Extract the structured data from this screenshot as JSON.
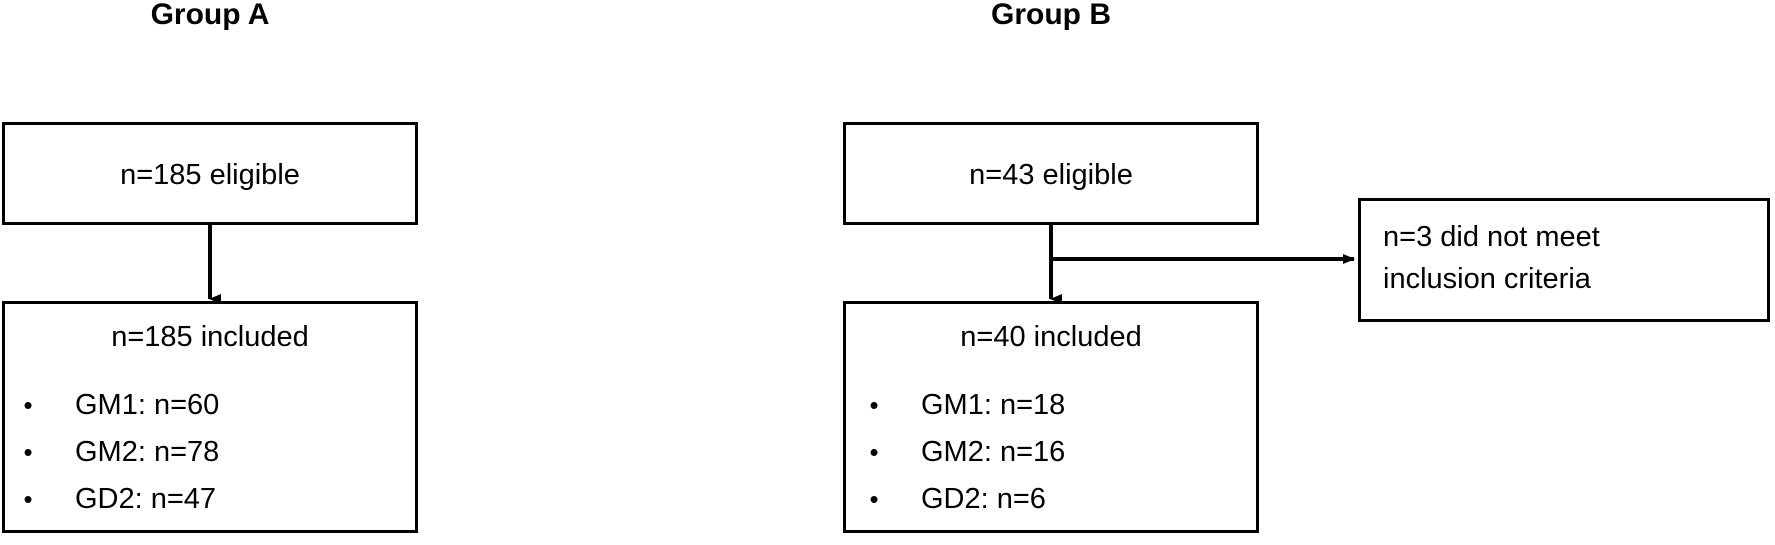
{
  "diagram": {
    "type": "flowchart",
    "title_left": "Group A",
    "title_right": "Group B",
    "bullet_glyph": "•",
    "line_color": "#000000",
    "background": "#ffffff"
  },
  "group_a": {
    "title": "Group A",
    "eligible": {
      "heading": "n=185 eligible"
    },
    "included": {
      "heading": "n=185 included",
      "bullets": [
        {
          "label": "GM1: n=60"
        },
        {
          "label": "GM2: n=78"
        },
        {
          "label": "GD2: n=47"
        }
      ]
    }
  },
  "group_b": {
    "title": "Group B",
    "eligible": {
      "heading": "n=43 eligible"
    },
    "included": {
      "heading": "n=40 included",
      "bullets": [
        {
          "label": "GM1: n=18"
        },
        {
          "label": "GM2: n=16"
        },
        {
          "label": "GD2: n=6"
        }
      ]
    },
    "excluded": {
      "line1": "n=3 did not meet",
      "line2": "inclusion criteria"
    }
  }
}
